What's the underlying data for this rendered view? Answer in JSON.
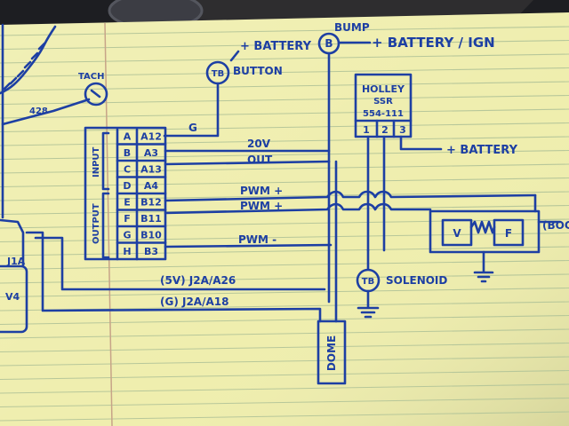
{
  "colors": {
    "paper": "#efeeae",
    "paper_edge": "#dcd79a",
    "rule_line": "#b7c79a",
    "margin_line": "#c7a488",
    "ink": "#1d3fa3",
    "background_dark": "#1d1e22",
    "car_panel": "#2e2d2f"
  },
  "labels": {
    "battery_top": "+ BATTERY",
    "button": "BUTTON",
    "tb": "TB",
    "b_circle": "B",
    "bump": "BUMP",
    "battery_ign": "+ BATTERY / IGN",
    "tach": "TACH",
    "wire_428": "428",
    "holley_1": "HOLLEY",
    "holley_2": "SSR",
    "holley_3": "554-111",
    "pin_1": "1",
    "pin_2": "2",
    "pin_3": "3",
    "battery_right": "+ BATTERY",
    "g_wire": "G",
    "v20": "20V",
    "out": "OUT",
    "pwm_plus_1": "PWM +",
    "pwm_plus_2": "PWM +",
    "pwm_minus": "PWM -",
    "input": "INPUT",
    "output": "OUTPUT",
    "solenoid": "SOLENOID",
    "v_box": "V",
    "f_box": "F",
    "boc": "(BOC",
    "j1a": "J1A",
    "v4": "V4",
    "j2a_a26": "(5V)  J2A/A26",
    "j2a_a18": "(G)  J2A/A18",
    "dome": "DOME"
  },
  "connector_rows": [
    {
      "letter": "A",
      "pin": "A12"
    },
    {
      "letter": "B",
      "pin": "A3"
    },
    {
      "letter": "C",
      "pin": "A13"
    },
    {
      "letter": "D",
      "pin": "A4"
    },
    {
      "letter": "E",
      "pin": "B12"
    },
    {
      "letter": "F",
      "pin": "B11"
    },
    {
      "letter": "G",
      "pin": "B10"
    },
    {
      "letter": "H",
      "pin": "B3"
    }
  ]
}
